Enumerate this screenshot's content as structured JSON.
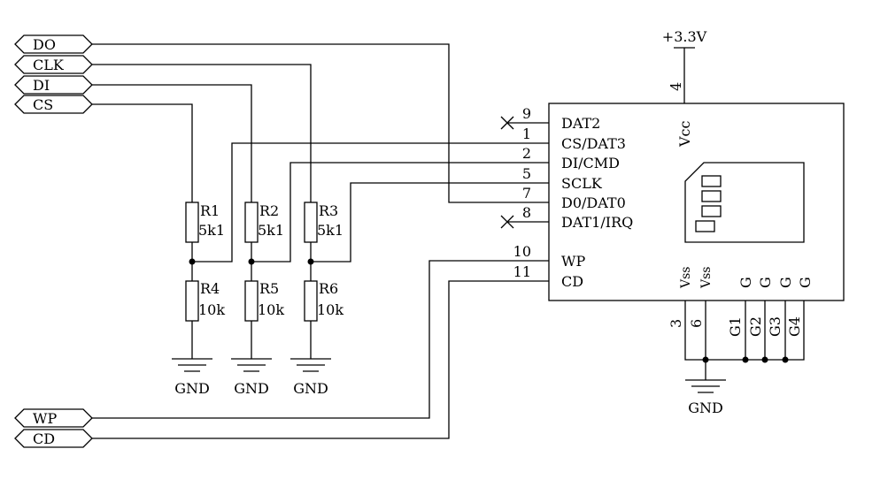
{
  "ports": {
    "do": "DO",
    "clk": "CLK",
    "di": "DI",
    "cs": "CS",
    "wp": "WP",
    "cd": "CD"
  },
  "resistors": [
    {
      "ref": "R1",
      "value": "5k1"
    },
    {
      "ref": "R2",
      "value": "5k1"
    },
    {
      "ref": "R3",
      "value": "5k1"
    },
    {
      "ref": "R4",
      "value": "10k"
    },
    {
      "ref": "R5",
      "value": "10k"
    },
    {
      "ref": "R6",
      "value": "10k"
    }
  ],
  "ground_label": "GND",
  "supply_label": "+3.3V",
  "card": {
    "left_pins": [
      {
        "num": "9",
        "name": "DAT2"
      },
      {
        "num": "1",
        "name": "CS/DAT3"
      },
      {
        "num": "2",
        "name": "DI/CMD"
      },
      {
        "num": "5",
        "name": "SCLK"
      },
      {
        "num": "7",
        "name": "D0/DAT0"
      },
      {
        "num": "8",
        "name": "DAT1/IRQ"
      },
      {
        "num": "10",
        "name": "WP"
      },
      {
        "num": "11",
        "name": "CD"
      }
    ],
    "vcc": {
      "num": "4",
      "name": "Vcc"
    },
    "vss": [
      {
        "num": "3",
        "name": "Vss"
      },
      {
        "num": "6",
        "name": "Vss"
      }
    ],
    "shield": [
      {
        "num": "G1",
        "name": "G"
      },
      {
        "num": "G2",
        "name": "G"
      },
      {
        "num": "G3",
        "name": "G"
      },
      {
        "num": "G4",
        "name": "G"
      }
    ]
  }
}
